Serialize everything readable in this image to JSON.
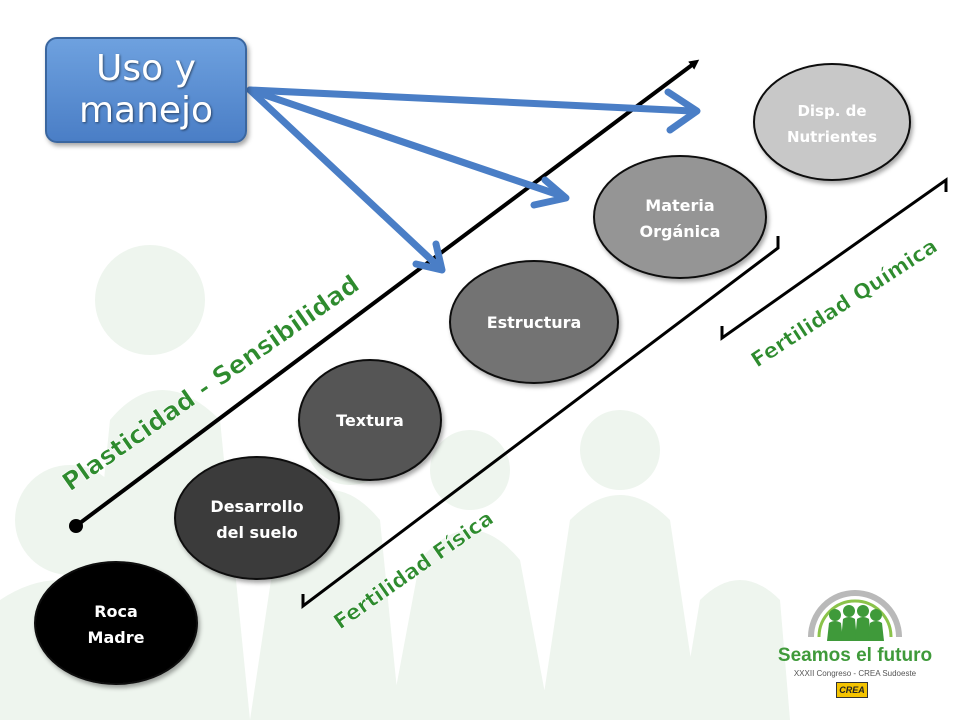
{
  "uso": {
    "text": "Uso y\nmanejo"
  },
  "nodes": [
    {
      "id": "roca",
      "line1": "Roca",
      "line2": "Madre",
      "fill": "#000000",
      "text_color": "#ffffff"
    },
    {
      "id": "desarrollo",
      "line1": "Desarrollo",
      "line2": "del suelo",
      "fill": "#3a3a3a",
      "text_color": "#ffffff"
    },
    {
      "id": "textura",
      "line1": "Textura",
      "line2": "",
      "fill": "#555555",
      "text_color": "#ffffff"
    },
    {
      "id": "estructura",
      "line1": "Estructura",
      "line2": "",
      "fill": "#737373",
      "text_color": "#ffffff"
    },
    {
      "id": "materia",
      "line1": "Materia",
      "line2": "Orgánica",
      "fill": "#959595",
      "text_color": "#ffffff"
    },
    {
      "id": "nutrientes",
      "line1": "Disp. de",
      "line2": "Nutrientes",
      "fill": "#c8c8c8",
      "text_color": "#ffffff"
    }
  ],
  "labels": {
    "plasticidad": "Plasticidad - Sensibilidad",
    "fertilidad_fisica": "Fertilidad Física",
    "fertilidad_quimica": "Fertilidad Química"
  },
  "logo": {
    "title": "Seamos el futuro",
    "subtitle": "XXXII Congreso - CREA Sudoeste",
    "badge": "CREA"
  },
  "colors": {
    "arrow_blue": "#4a7ec6",
    "label_green": "#2e8b2e",
    "background_shapes": "#eef5ee"
  }
}
